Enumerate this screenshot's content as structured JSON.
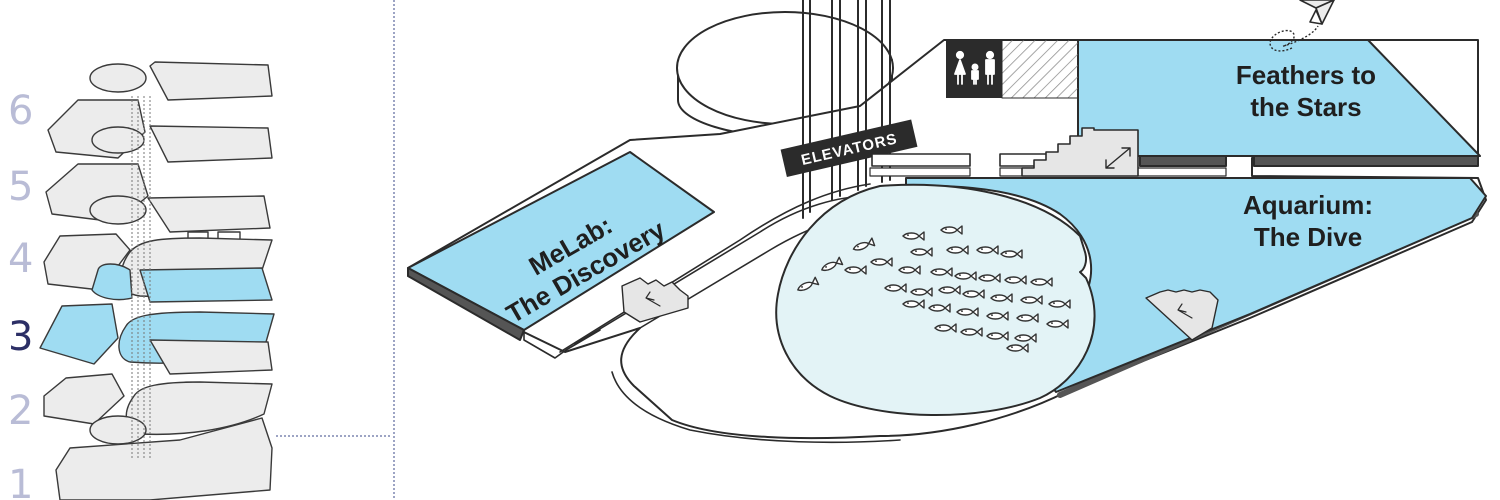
{
  "levels": {
    "labels": [
      "6",
      "5",
      "4",
      "3",
      "2",
      "1"
    ],
    "active": "3"
  },
  "zones": {
    "melab_line1": "MeLab:",
    "melab_line2": "The Discovery",
    "feathers_line1": "Feathers to",
    "feathers_line2": "the Stars",
    "aquarium_line1": "Aquarium:",
    "aquarium_line2": "The Dive"
  },
  "elevators": {
    "label": "ELEVATORS"
  },
  "icons": {
    "restroom": "family-restroom-icon",
    "stairs": "stairs-icon",
    "fish": "fish-icon",
    "paper_plane": "paper-plane-icon"
  },
  "colors": {
    "exhibit_blue": "#9fdcf2",
    "active_level": "#2c2f66",
    "inactive_level": "#b9bcd6",
    "pool": "#e3f3f6",
    "outline": "#2b2b2b"
  }
}
